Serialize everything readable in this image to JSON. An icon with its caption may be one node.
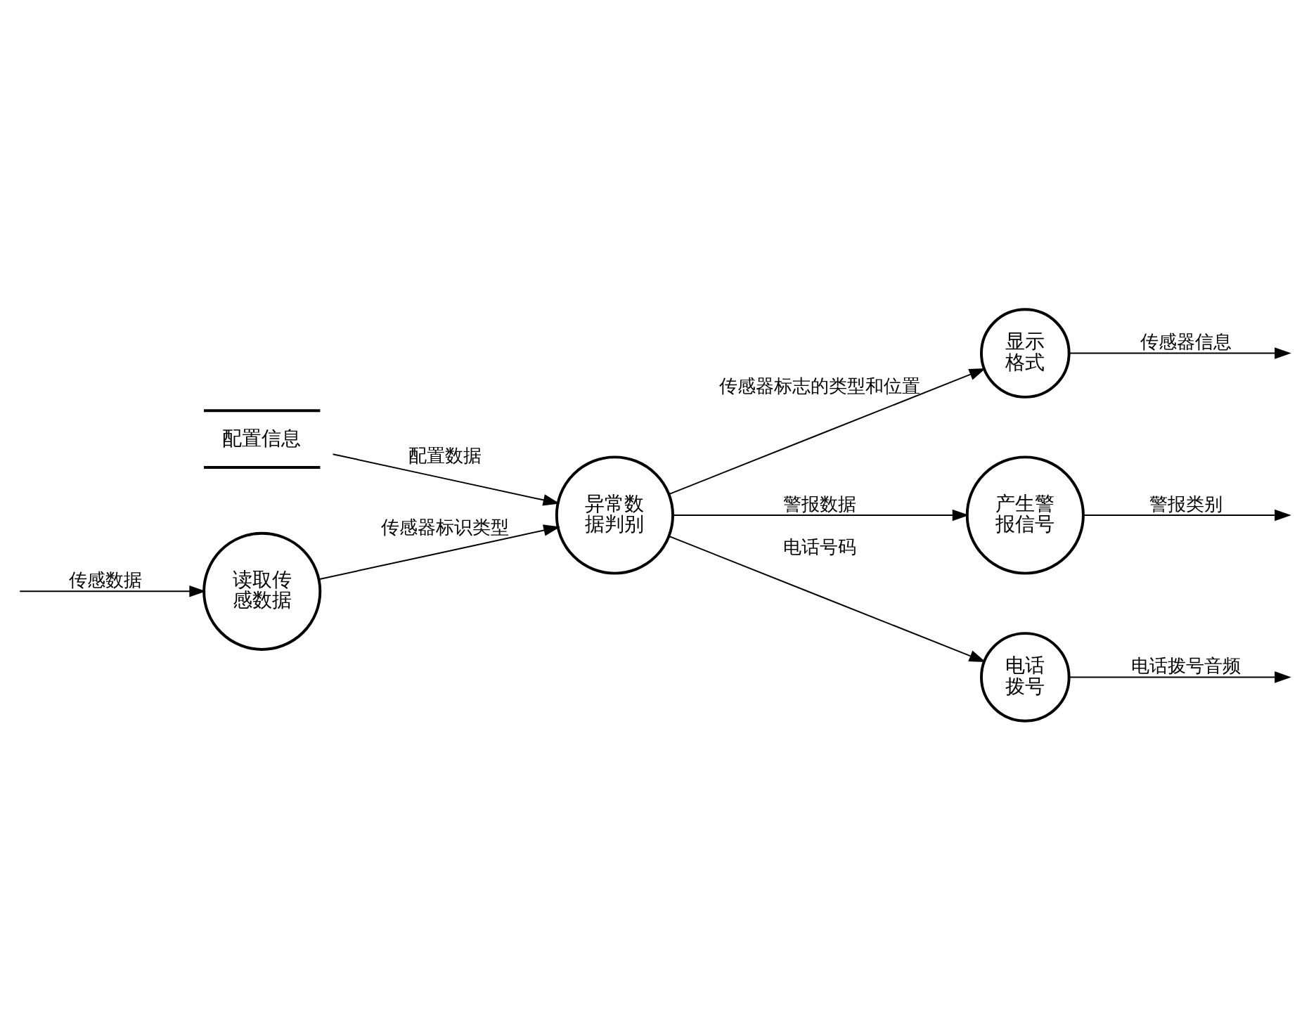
{
  "diagram": {
    "nodes": [
      {
        "text": [
          "配置信息"
        ]
      },
      {
        "text": [
          "异常数据判别"
        ]
      },
      {
        "text": [
          "显示格式"
        ]
      },
      {
        "text": [
          "产生警报信号"
        ]
      },
      {
        "text": [
          "电话拨号"
        ]
      },
      {
        "text": [
          "读取传感数据"
        ]
      }
    ],
    "edges": [
      {
        "from": null,
        "to": 5,
        "arrow": "to",
        "label": "传感数据"
      },
      {
        "from": 5,
        "to": 1,
        "arrow": "to",
        "label": "传感器标识类型"
      },
      {
        "from": 0,
        "to": 1,
        "arrow": "to",
        "label": "配置数据"
      },
      {
        "from": 1,
        "to": 2,
        "arrow": "to",
        "label": "传感器标志的类型和位置"
      },
      {
        "from": 2,
        "to": null,
        "arrow": "to",
        "label": "传感器信息"
      },
      {
        "from": 1,
        "to": 3,
        "arrow": "to",
        "label": "警报数据"
      },
      {
        "from": 3,
        "to": null,
        "arrow": "to",
        "label": "警报类别"
      },
      {
        "from": 1,
        "to": 4,
        "arrow": "to",
        "label": "电话号码"
      },
      {
        "from": 4,
        "to": null,
        "arrow": "to",
        "label": "电话拨号音频"
      }
    ]
  }
}
